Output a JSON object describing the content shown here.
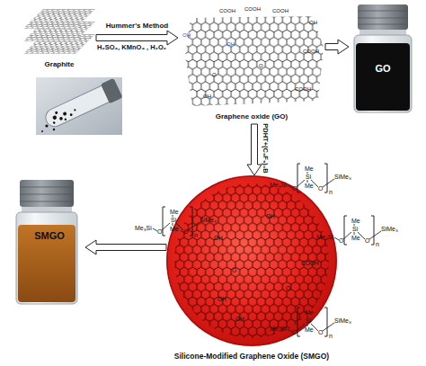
{
  "diagram": {
    "nodes": [
      {
        "text": [
          "Graphite"
        ]
      },
      {
        "text": [
          "Graphene oxide (GO)"
        ]
      },
      {
        "text": [
          "GO"
        ]
      },
      {
        "text": [
          "Silicone-Modified Graphene Oxide (SMGO)"
        ]
      },
      {
        "text": [
          "SMGO"
        ]
      }
    ],
    "edges": [
      {
        "from": 0,
        "to": 1,
        "arrow": "to",
        "label": "Hummer's Method"
      },
      {
        "from": 1,
        "to": 2,
        "arrow": "to"
      },
      {
        "from": 1,
        "to": 3,
        "arrow": "to",
        "label": "PDHT+(C₆F₅)₃B"
      },
      {
        "from": 3,
        "to": 4,
        "arrow": "to"
      }
    ],
    "labels": [
      "H₂SO₄, KMnO₄ , H₂O₂",
      "COOH",
      "COOH",
      "COOH",
      "COOH",
      "COOH",
      "OH",
      "OH",
      "OH",
      "OH",
      "O",
      "O",
      "OH",
      "OH",
      "COOH",
      "O",
      "OH",
      "O",
      "OH",
      "Me₃Si",
      "O",
      "Me",
      "Si",
      "Me",
      "O",
      "n",
      "SiMe₃",
      "Me₃Si",
      "O",
      "Me",
      "Si",
      "Me",
      "O",
      "n",
      "SiMe₃",
      "Me₃Si",
      "O",
      "Me",
      "Si",
      "Me",
      "O",
      "n",
      "SiMe₃",
      "Me₃Si",
      "O",
      "Me",
      "Si",
      "Me",
      "O",
      "n",
      "SiMe₃"
    ]
  }
}
